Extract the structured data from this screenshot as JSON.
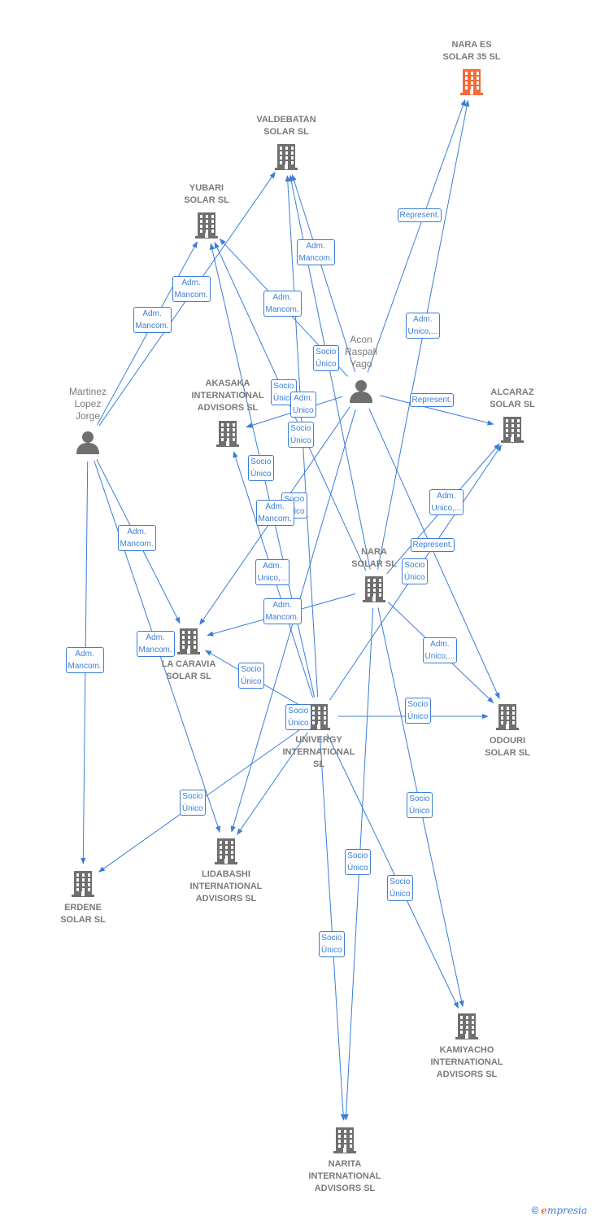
{
  "colors": {
    "edge": "#3b7dd8",
    "node": "#6f6f6f",
    "main_node": "#f26b3a"
  },
  "nodes": [
    {
      "id": "nara_es",
      "label": "NARA ES\nSOLAR 35  SL",
      "kind": "company",
      "main": true
    },
    {
      "id": "valdebatan",
      "label": "VALDEBATAN\nSOLAR  SL",
      "kind": "company"
    },
    {
      "id": "yubari",
      "label": "YUBARI\nSOLAR  SL",
      "kind": "company"
    },
    {
      "id": "acon",
      "label": "Acon\nRaspall\nYago",
      "kind": "person"
    },
    {
      "id": "martinez",
      "label": "Martinez\nLopez\nJorge",
      "kind": "person"
    },
    {
      "id": "akasaka",
      "label": "AKASAKA\nINTERNATIONAL\nADVISORS  SL",
      "kind": "company"
    },
    {
      "id": "alcaraz",
      "label": "ALCARAZ\nSOLAR  SL",
      "kind": "company"
    },
    {
      "id": "nara",
      "label": "NARA\nSOLAR  SL",
      "kind": "company"
    },
    {
      "id": "lacaravia",
      "label": "LA CARAVIA\nSOLAR  SL",
      "kind": "company"
    },
    {
      "id": "univergy",
      "label": "UNIVERGY\nINTERNATIONAL\nSL",
      "kind": "company"
    },
    {
      "id": "odouri",
      "label": "ODOURI\nSOLAR  SL",
      "kind": "company"
    },
    {
      "id": "lidabashi",
      "label": "LIDABASHI\nINTERNATIONAL\nADVISORS  SL",
      "kind": "company"
    },
    {
      "id": "erdene",
      "label": "ERDENE\nSOLAR  SL",
      "kind": "company"
    },
    {
      "id": "kamiyacho",
      "label": "KAMIYACHO\nINTERNATIONAL\nADVISORS  SL",
      "kind": "company"
    },
    {
      "id": "narita",
      "label": "NARITA\nINTERNATIONAL\nADVISORS  SL",
      "kind": "company"
    }
  ],
  "edges": [
    {
      "from": "acon",
      "to": "nara_es",
      "label": "Represent."
    },
    {
      "from": "nara",
      "to": "nara_es",
      "label": "Adm.\nUnico,..."
    },
    {
      "from": "acon",
      "to": "valdebatan",
      "label": "Adm.\nMancom."
    },
    {
      "from": "martinez",
      "to": "valdebatan",
      "label": "Adm.\nMancom."
    },
    {
      "from": "martinez",
      "to": "yubari",
      "label": "Adm.\nMancom."
    },
    {
      "from": "acon",
      "to": "yubari",
      "label": "Adm.\nMancom."
    },
    {
      "from": "univergy",
      "to": "valdebatan",
      "label": "Socio\nÚnico"
    },
    {
      "from": "univergy",
      "to": "yubari",
      "label": "Socio\nÚnico"
    },
    {
      "from": "nara",
      "to": "valdebatan",
      "label": "Socio\nÚnico"
    },
    {
      "from": "acon",
      "to": "akasaka",
      "label": "Adm.\nUnico"
    },
    {
      "from": "univergy",
      "to": "akasaka",
      "label": "Socio\nÚnico"
    },
    {
      "from": "acon",
      "to": "alcaraz",
      "label": "Represent."
    },
    {
      "from": "nara",
      "to": "alcaraz",
      "label": "Adm.\nUnico,..."
    },
    {
      "from": "univergy",
      "to": "alcaraz",
      "label": "Socio\nÚnico"
    },
    {
      "from": "nara",
      "to": "yubari",
      "label": "Socio\nÚnico"
    },
    {
      "from": "acon",
      "to": "lacaravia",
      "label": "Adm.\nMancom."
    },
    {
      "from": "martinez",
      "to": "lacaravia",
      "label": "Adm.\nMancom."
    },
    {
      "from": "nara",
      "to": "lacaravia",
      "label": "Adm.\nUnico,..."
    },
    {
      "from": "univergy",
      "to": "lacaravia",
      "label": "Socio\nÚnico"
    },
    {
      "from": "acon",
      "to": "odouri",
      "label": "Represent."
    },
    {
      "from": "nara",
      "to": "odouri",
      "label": "Adm.\nUnico,..."
    },
    {
      "from": "univergy",
      "to": "odouri",
      "label": "Socio\nÚnico"
    },
    {
      "from": "martinez",
      "to": "lidabashi",
      "label": "Adm.\nMancom."
    },
    {
      "from": "acon",
      "to": "lidabashi",
      "label": "Adm.\nMancom."
    },
    {
      "from": "univergy",
      "to": "lidabashi",
      "label": "Socio\nÚnico"
    },
    {
      "from": "martinez",
      "to": "erdene",
      "label": "Adm.\nMancom."
    },
    {
      "from": "univergy",
      "to": "erdene",
      "label": "Socio\nÚnico"
    },
    {
      "from": "nara",
      "to": "kamiyacho",
      "label": "Socio\nÚnico"
    },
    {
      "from": "univergy",
      "to": "kamiyacho",
      "label": "Socio\nÚnico"
    },
    {
      "from": "nara",
      "to": "narita",
      "label": "Socio\nÚnico"
    },
    {
      "from": "univergy",
      "to": "narita",
      "label": "Socio\nÚnico"
    }
  ],
  "footer": {
    "copyright_symbol": "©",
    "brand_initial": "e",
    "brand_rest": "mpresia"
  }
}
